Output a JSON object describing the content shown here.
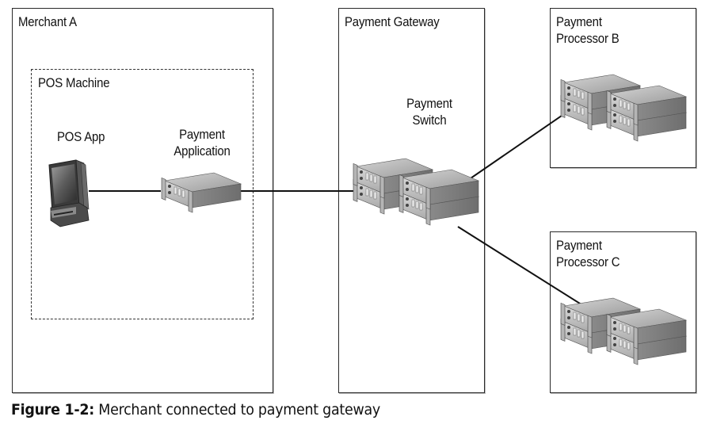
{
  "diagram": {
    "containers": {
      "merchant": {
        "label": "Merchant A"
      },
      "pos_machine": {
        "label": "POS Machine"
      },
      "gateway": {
        "label": "Payment Gateway"
      },
      "processor_b": {
        "label_line1": "Payment",
        "label_line2": "Processor B"
      },
      "processor_c": {
        "label_line1": "Payment",
        "label_line2": "Processor C"
      }
    },
    "nodes": {
      "pos_app": {
        "label": "POS App",
        "icon": "pos-terminal-icon"
      },
      "payment_application": {
        "label_line1": "Payment",
        "label_line2": "Application",
        "icon": "server-icon"
      },
      "payment_switch": {
        "label_line1": "Payment",
        "label_line2": "Switch",
        "icon": "server-cluster-icon"
      },
      "processor_b_servers": {
        "icon": "server-cluster-icon"
      },
      "processor_c_servers": {
        "icon": "server-cluster-icon"
      }
    },
    "connections": [
      {
        "from": "POS App",
        "to": "Payment Application"
      },
      {
        "from": "Payment Application",
        "to": "Payment Switch"
      },
      {
        "from": "Payment Switch",
        "to": "Payment Processor B"
      },
      {
        "from": "Payment Switch",
        "to": "Payment Processor C"
      }
    ]
  },
  "caption": {
    "figure_label": "Figure 1-2:",
    "text": "Merchant connected to payment gateway"
  }
}
